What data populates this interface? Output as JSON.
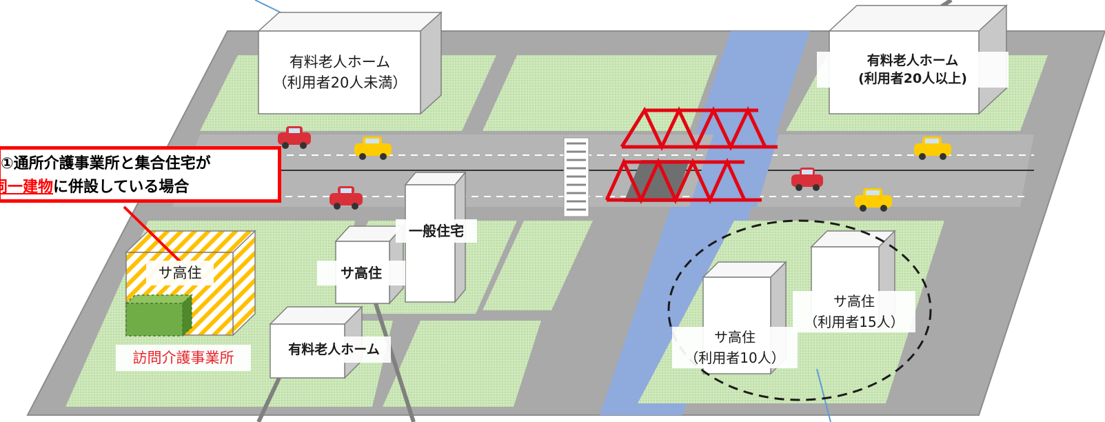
{
  "labels": {
    "yuryo_small_line1": "有料老人ホーム",
    "yuryo_small_line2": "（利用者20人未満）",
    "yuryo_large_line1": "有料老人ホーム",
    "yuryo_large_line2": "(利用者20人以上)",
    "ippan_jutaku": "一般住宅",
    "sakoju_hatched": "サ高住",
    "sakoju_center": "サ高住",
    "houmon_kaigo": "訪問介護事業所",
    "yuryo_center": "有料老人ホーム",
    "sakoju_10_line1": "サ高住",
    "sakoju_10_line2": "（利用者10人）",
    "sakoju_15_line1": "サ高住",
    "sakoju_15_line2": "（利用者15人）"
  },
  "callout": {
    "line1": "①通所介護事業所と集合住宅が",
    "line2_highlight": "同一建物",
    "line2_rest": "に併設している場合"
  },
  "colors": {
    "ground": "#a6a6a6",
    "lot": "#c6e0b4",
    "river": "#8faadc",
    "bridge": "#e30613",
    "callout_border": "#ff0000",
    "office_box": "#70ad47",
    "hatch": "#ffc000"
  }
}
